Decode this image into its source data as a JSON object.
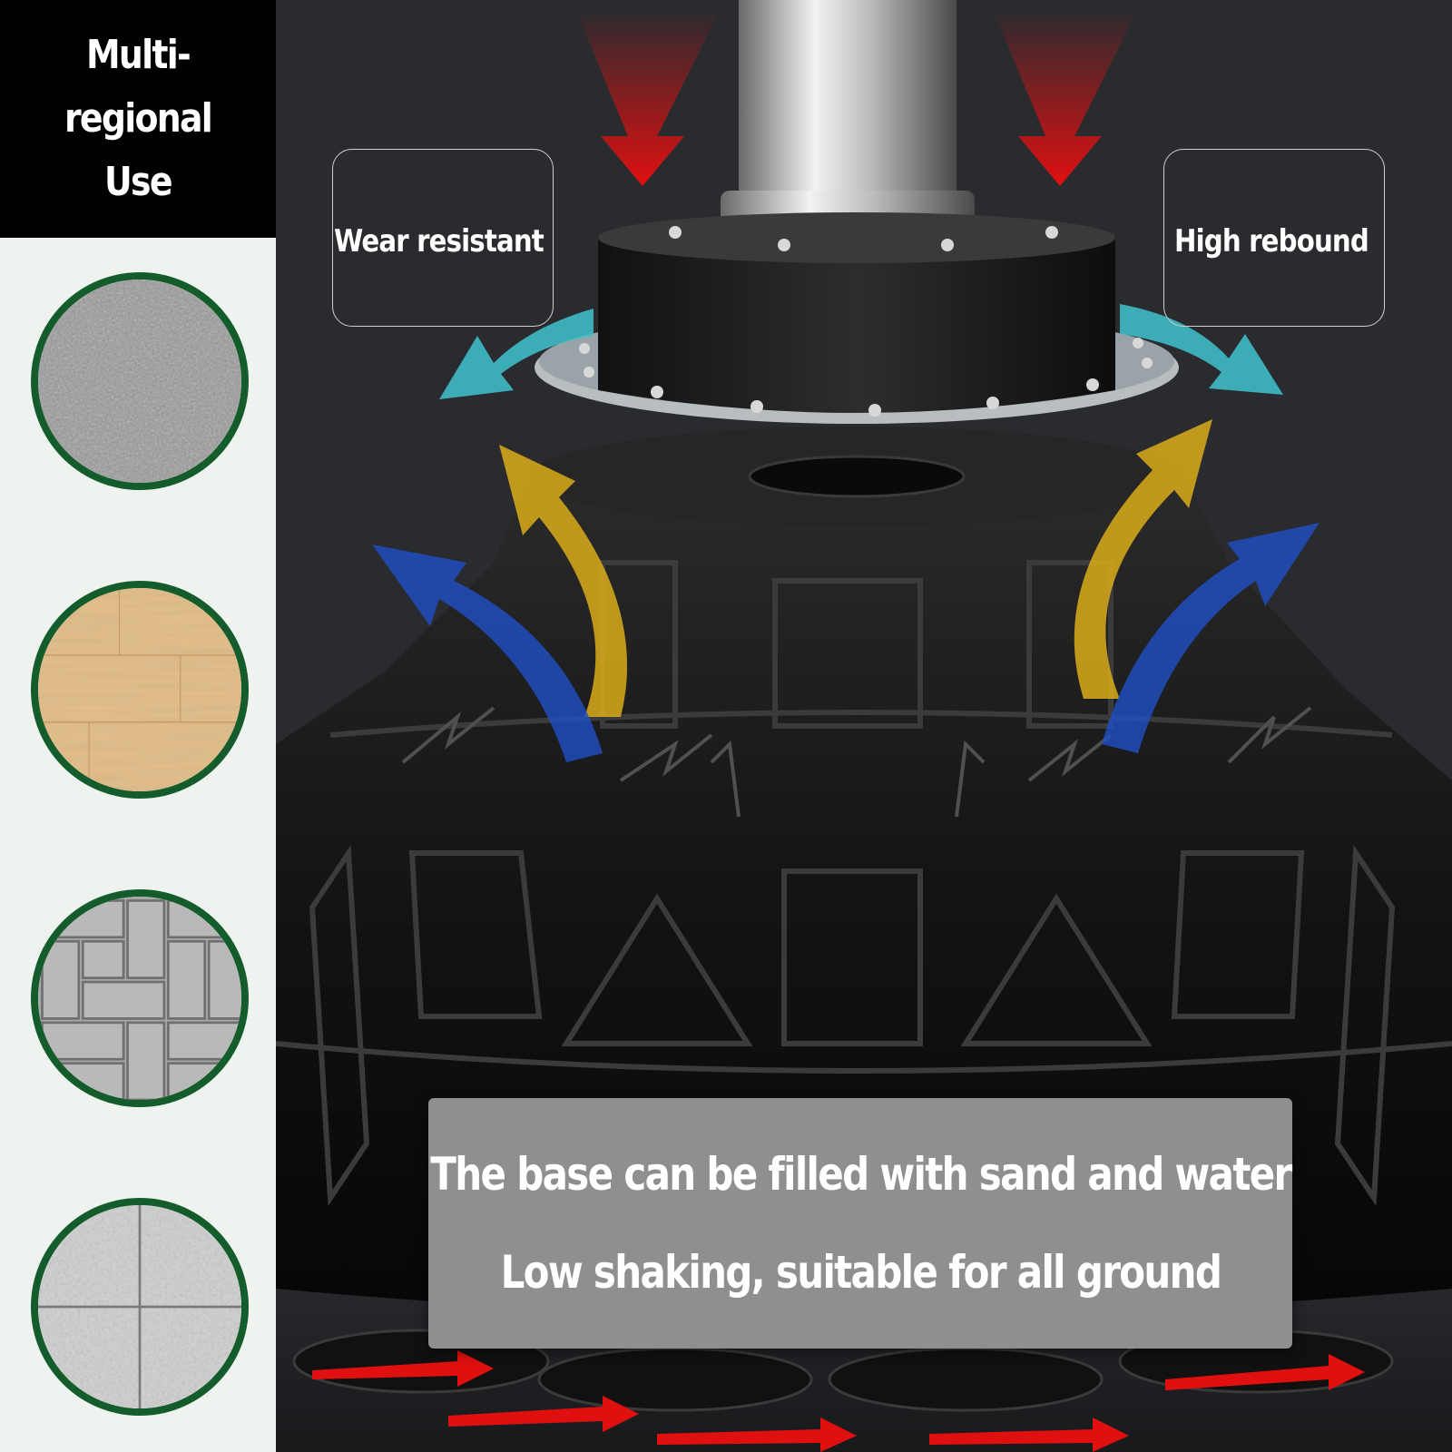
{
  "sidebar": {
    "title_line1": "Multi-regional",
    "title_line2": "Use",
    "swatches": [
      {
        "icon": "rough-concrete-icon"
      },
      {
        "icon": "wood-floor-icon"
      },
      {
        "icon": "brick-paving-icon"
      },
      {
        "icon": "tile-floor-icon"
      }
    ]
  },
  "features": {
    "left_label": "Wear resistant",
    "right_label": "High rebound"
  },
  "caption": {
    "line1": "The base can be filled with sand and water",
    "line2": "Low shaking, suitable for all ground"
  },
  "colors": {
    "accent_green": "#145c2c",
    "red_arrow": "#e01010",
    "teal_arrow": "#3fc3cf",
    "yellow_arrow": "#e2b21a",
    "blue_arrow": "#1f4fc7"
  }
}
